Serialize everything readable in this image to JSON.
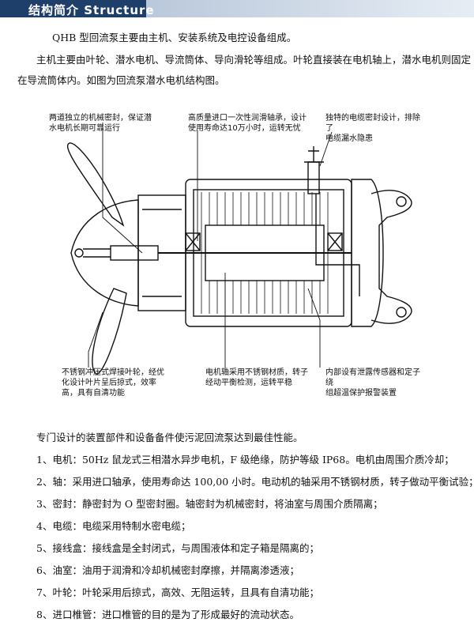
{
  "header": {
    "title": "结构简介  Structure"
  },
  "intro": {
    "p1": "QHB 型回流泵主要由主机、安装系统及电控设备组成。",
    "p2_line1": "主机主要由叶轮、潜水电机、导流筒体、导向滑轮等组成。叶轮直接装在电机轴上，潜水电机则固定",
    "p2_line2": "在导流筒体内。如图为回流泵潜水电机结构图。"
  },
  "figure": {
    "callouts": {
      "top_left_1": "两道独立的机械密封，保证潜",
      "top_left_2": "水电机长期可靠运行",
      "top_mid_1": "高质量进口一次性润滑轴承，设计",
      "top_mid_2": "使用寿命达10万小时，运转无忧",
      "top_right_1": "独特的电缆密封设计，排除了",
      "top_right_2": "电缆漏水隐患",
      "bottom_left_1": "不锈钢冲压式焊接叶轮，经优",
      "bottom_left_2": "化设计叶片呈后掠式，效率",
      "bottom_left_3": "高，具有自清功能",
      "bottom_mid_1": "电机轴采用不锈钢材质，转子",
      "bottom_mid_2": "经动平衡检测，运转平稳",
      "bottom_right_1": "内部设有泄露传感器和定子绕",
      "bottom_right_2": "组超温保护报警装置"
    }
  },
  "features": {
    "intro": "专门设计的装置部件和设备备件使污泥回流泵达到最佳性能。",
    "items": [
      "1、电机：50Hz 鼠龙式三相潜水异步电机，F 级绝缘，防护等级 IP68。电机由周围介质冷却；",
      "2、轴：采用进口轴承，使用寿命达 100,00 小时。电动机的轴采用不锈钢材质，转子做动平衡试验；",
      "3、密封：静密封为 O 型密封圈。轴密封为机械密封，将油室与周围介质隔离；",
      "4、电缆：电缆采用特制水密电缆；",
      "5、接线盒：接线盒是全封闭式，与周围液体和定子箱是隔离的；",
      "6、油室：油用于润滑和冷却机械密封摩擦，并隔离渗透液；",
      "7、叶轮：叶轮采用后掠式，高效、无阻运转，且具有自清功能；",
      "8、进口椎管：进口椎管的目的是为了形成最好的流动状态。"
    ]
  }
}
